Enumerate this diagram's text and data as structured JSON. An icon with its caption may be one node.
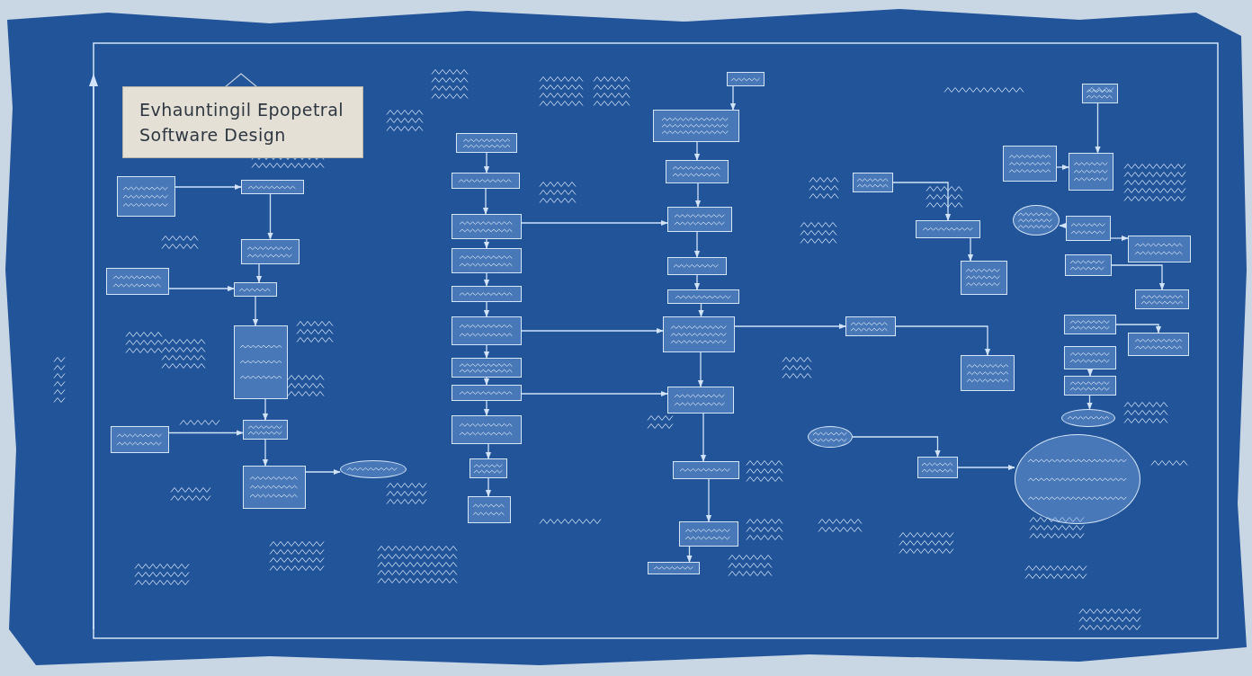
{
  "diagram": {
    "title": "Evhauntingil Epopetral Software Design",
    "nodes": [
      {
        "text": [],
        "shape": "box"
      },
      {
        "text": [],
        "shape": "box"
      },
      {
        "text": [],
        "shape": "box"
      },
      {
        "text": [],
        "shape": "box"
      },
      {
        "text": [],
        "shape": "box"
      },
      {
        "text": [],
        "shape": "box"
      },
      {
        "text": [],
        "shape": "box"
      },
      {
        "text": [],
        "shape": "box"
      },
      {
        "text": [],
        "shape": "box"
      },
      {
        "text": [],
        "shape": "ellipse"
      },
      {
        "text": [],
        "shape": "box"
      },
      {
        "text": [],
        "shape": "box"
      },
      {
        "text": [],
        "shape": "box"
      },
      {
        "text": [],
        "shape": "box"
      },
      {
        "text": [],
        "shape": "box"
      },
      {
        "text": [],
        "shape": "box"
      },
      {
        "text": [],
        "shape": "box"
      },
      {
        "text": [],
        "shape": "box"
      },
      {
        "text": [],
        "shape": "box"
      },
      {
        "text": [],
        "shape": "box"
      },
      {
        "text": [],
        "shape": "box"
      },
      {
        "text": [],
        "shape": "box"
      },
      {
        "text": [],
        "shape": "box"
      },
      {
        "text": [],
        "shape": "box"
      },
      {
        "text": [],
        "shape": "box"
      },
      {
        "text": [],
        "shape": "box"
      },
      {
        "text": [],
        "shape": "box"
      },
      {
        "text": [],
        "shape": "box"
      },
      {
        "text": [],
        "shape": "box"
      },
      {
        "text": [],
        "shape": "box"
      },
      {
        "text": [],
        "shape": "box"
      },
      {
        "text": [],
        "shape": "box"
      },
      {
        "text": [],
        "shape": "box"
      },
      {
        "text": [],
        "shape": "box"
      },
      {
        "text": [],
        "shape": "box"
      },
      {
        "text": [],
        "shape": "box"
      },
      {
        "text": [],
        "shape": "ellipse"
      },
      {
        "text": [],
        "shape": "box"
      },
      {
        "text": [],
        "shape": "box"
      },
      {
        "text": [],
        "shape": "box"
      },
      {
        "text": [],
        "shape": "box"
      },
      {
        "text": [],
        "shape": "box"
      },
      {
        "text": [],
        "shape": "box"
      },
      {
        "text": [],
        "shape": "box"
      },
      {
        "text": [],
        "shape": "box"
      },
      {
        "text": [],
        "shape": "box"
      },
      {
        "text": [],
        "shape": "ellipse"
      },
      {
        "text": [],
        "shape": "ellipse"
      },
      {
        "text": [],
        "shape": "box"
      },
      {
        "text": [],
        "shape": "ellipse"
      },
      {
        "text": [],
        "shape": "box"
      },
      {
        "text": [],
        "shape": "box"
      },
      {
        "text": [],
        "shape": "box"
      }
    ],
    "edges": [
      {
        "from": 10,
        "to": 11,
        "arrow": "to"
      },
      {
        "from": 11,
        "to": 12,
        "arrow": "to"
      },
      {
        "from": 12,
        "to": 13,
        "arrow": "to"
      },
      {
        "from": 13,
        "to": 14,
        "arrow": "to"
      },
      {
        "from": 14,
        "to": 15,
        "arrow": "to"
      },
      {
        "from": 15,
        "to": 16,
        "arrow": "to"
      },
      {
        "from": 16,
        "to": 17,
        "arrow": "to"
      },
      {
        "from": 17,
        "to": 18,
        "arrow": "to"
      },
      {
        "from": 18,
        "to": 19,
        "arrow": "to"
      },
      {
        "from": 19,
        "to": 20,
        "arrow": "to"
      },
      {
        "from": 21,
        "to": 22,
        "arrow": "to"
      },
      {
        "from": 22,
        "to": 23,
        "arrow": "to"
      },
      {
        "from": 23,
        "to": 24,
        "arrow": "to"
      },
      {
        "from": 24,
        "to": 25,
        "arrow": "to"
      },
      {
        "from": 25,
        "to": 26,
        "arrow": "to"
      },
      {
        "from": 26,
        "to": 27,
        "arrow": "to"
      },
      {
        "from": 27,
        "to": 28,
        "arrow": "to"
      },
      {
        "from": 28,
        "to": 29,
        "arrow": "to"
      },
      {
        "from": 1,
        "to": 2,
        "arrow": "to"
      },
      {
        "from": 2,
        "to": 4,
        "arrow": "to"
      },
      {
        "from": 4,
        "to": 5,
        "arrow": "to"
      },
      {
        "from": 5,
        "to": 7,
        "arrow": "to"
      },
      {
        "from": 7,
        "to": 8,
        "arrow": "to"
      },
      {
        "from": 0,
        "to": 1,
        "arrow": "to"
      },
      {
        "from": 3,
        "to": 4,
        "arrow": "to"
      },
      {
        "from": 6,
        "to": 7,
        "arrow": "to"
      },
      {
        "from": 8,
        "to": 9,
        "arrow": "to"
      },
      {
        "from": 12,
        "to": 23,
        "arrow": "to"
      },
      {
        "from": 15,
        "to": 26,
        "arrow": "to"
      },
      {
        "from": 17,
        "to": 27,
        "arrow": "to"
      },
      {
        "from": 26,
        "to": 33,
        "arrow": "to"
      },
      {
        "from": 33,
        "to": 42,
        "arrow": "to"
      },
      {
        "from": 32,
        "to": 34,
        "arrow": "to"
      },
      {
        "from": 37,
        "to": 38,
        "arrow": "to"
      },
      {
        "from": 39,
        "to": 36,
        "arrow": "to"
      },
      {
        "from": 50,
        "to": 38,
        "arrow": "to"
      },
      {
        "from": 39,
        "to": 51,
        "arrow": "to"
      },
      {
        "from": 40,
        "to": 41,
        "arrow": "to"
      },
      {
        "from": 43,
        "to": 52,
        "arrow": "to"
      },
      {
        "from": 44,
        "to": 45,
        "arrow": "to"
      },
      {
        "from": 45,
        "to": 46,
        "arrow": "to"
      },
      {
        "from": 48,
        "to": 47,
        "arrow": "to"
      },
      {
        "from": 49,
        "to": 48,
        "arrow": "to"
      },
      {
        "from": 29,
        "to": 30,
        "arrow": "to"
      },
      {
        "from": 31,
        "to": 21,
        "arrow": "to"
      },
      {
        "from": 34,
        "to": 35,
        "arrow": "to"
      }
    ]
  }
}
